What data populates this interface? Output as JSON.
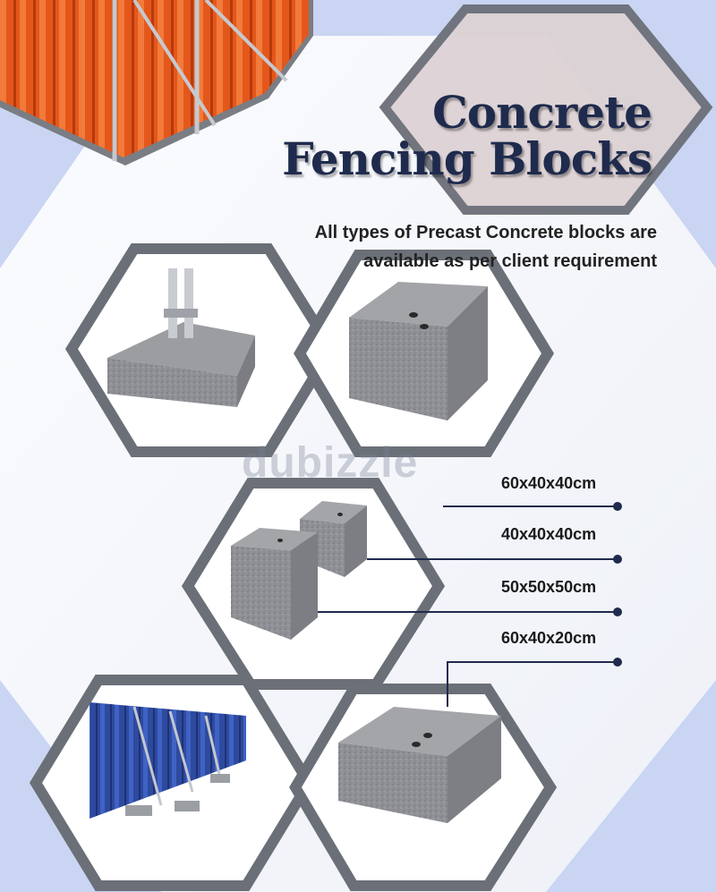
{
  "title": {
    "line1": "Concrete",
    "line2": "Fencing Blocks"
  },
  "subtitle": {
    "line1": "All types of Precast Concrete blocks are",
    "line2": "available as per client requirement"
  },
  "sizes": [
    "60x40x40cm",
    "40x40x40cm",
    "50x50x50cm",
    "60x40x20cm"
  ],
  "watermark": "dubizzle",
  "colors": {
    "background": "#c9d5f2",
    "title_navy": "#1f2b4d",
    "hex_frame": "#6b6f78",
    "fence_orange": "#e4571b",
    "fence_blue": "#2e4a9e",
    "concrete_gray": "#8c8e92",
    "line_navy": "#1f2b4d"
  }
}
